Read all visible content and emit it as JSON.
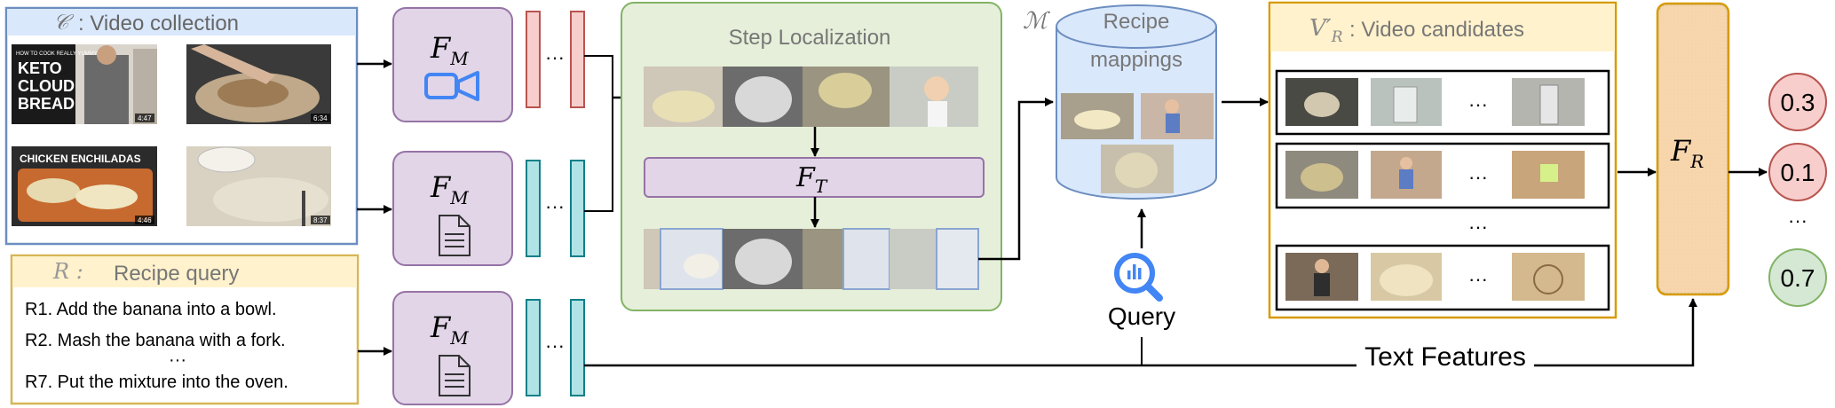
{
  "collection": {
    "symbol": "𝒞",
    "title": ":  Video collection",
    "thumbs": [
      {
        "label": "KETO CLOUD BREAD",
        "header": "HOW TO COOK REALLY YUMMY",
        "duration": "4:47"
      },
      {
        "label": "",
        "header": "",
        "duration": "6:34"
      },
      {
        "label": "CHICKEN ENCHILADAS",
        "header": "",
        "duration": "4:46"
      },
      {
        "label": "",
        "header": "",
        "duration": "8:37"
      }
    ]
  },
  "query": {
    "symbol": "R :",
    "title": "Recipe query",
    "lines": [
      "R1. Add the banana into a bowl.",
      "R2. Mash the banana with a fork.",
      "···",
      "R7. Put the mixture into the oven."
    ]
  },
  "encoder": {
    "base": "F",
    "sub": "M"
  },
  "ellipsis": "···",
  "step_localization": {
    "title": "Step Localization",
    "transformer": {
      "base": "F",
      "sub": "T"
    }
  },
  "mappings": {
    "symbol": "ℳ",
    "title_line1": "Recipe",
    "title_line2": "mappings"
  },
  "query_label": "Query",
  "candidates": {
    "symbol": "V′",
    "symbol_sub": "R",
    "title": ":  Video candidates",
    "ellipsis": "···"
  },
  "ranker": {
    "base": "F",
    "sub": "R"
  },
  "scores": [
    {
      "value": "0.3",
      "fill": "#f8cecc",
      "stroke": "#b85450"
    },
    {
      "value": "0.1",
      "fill": "#f8cecc",
      "stroke": "#b85450"
    },
    {
      "value": "0.7",
      "fill": "#d5e8d4",
      "stroke": "#82b366"
    }
  ],
  "scores_ellipsis": "···",
  "text_features_label": "Text Features",
  "colors": {
    "collection_border": "#6c8ebf",
    "encoder_fill": "#e1d5e7",
    "encoder_stroke": "#9673a6",
    "video_feat_fill": "#f8cecc",
    "video_feat_stroke": "#b85450",
    "text_feat_fill": "#b0e3e6",
    "text_feat_stroke": "#0e8088",
    "step_fill": "#e6efd9",
    "step_stroke": "#82b366",
    "db_fill": "#dae8fc",
    "query_box_fill": "#fff2cc",
    "query_box_stroke": "#d6b656",
    "cand_fill": "#fff2cc",
    "cand_stroke": "#d79b00",
    "ranker_fill": "#fad7ac",
    "ranker_stroke": "#d79b00",
    "icon_blue": "#4285f4"
  }
}
